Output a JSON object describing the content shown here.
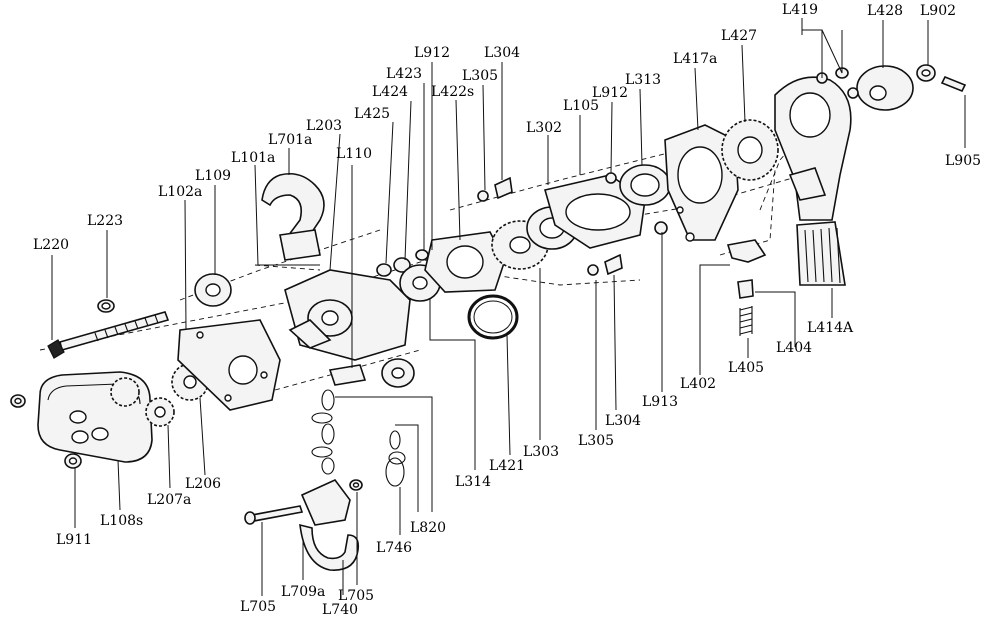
{
  "labels": {
    "L419": "L419",
    "L428": "L428",
    "L902": "L902",
    "L427": "L427",
    "L417a": "L417a",
    "L313": "L313",
    "L912_top": "L912",
    "L912_right": "L912",
    "L105": "L105",
    "L302": "L302",
    "L304_top": "L304",
    "L305_top": "L305",
    "L423": "L423",
    "L422s": "L422s",
    "L424": "L424",
    "L425": "L425",
    "L203": "L203",
    "L701a": "L701a",
    "L101a": "L101a",
    "L110": "L110",
    "L109": "L109",
    "L102a": "L102a",
    "L223": "L223",
    "L220": "L220",
    "L905": "L905",
    "L414A": "L414A",
    "L404": "L404",
    "L405": "L405",
    "L402": "L402",
    "L913": "L913",
    "L304_bottom": "L304",
    "L305_bottom": "L305",
    "L303": "L303",
    "L421": "L421",
    "L314": "L314",
    "L820": "L820",
    "L746": "L746",
    "L705_right": "L705",
    "L740": "L740",
    "L709a": "L709a",
    "L705_left": "L705",
    "L911": "L911",
    "L108s": "L108s",
    "L207a": "L207a",
    "L206": "L206"
  }
}
